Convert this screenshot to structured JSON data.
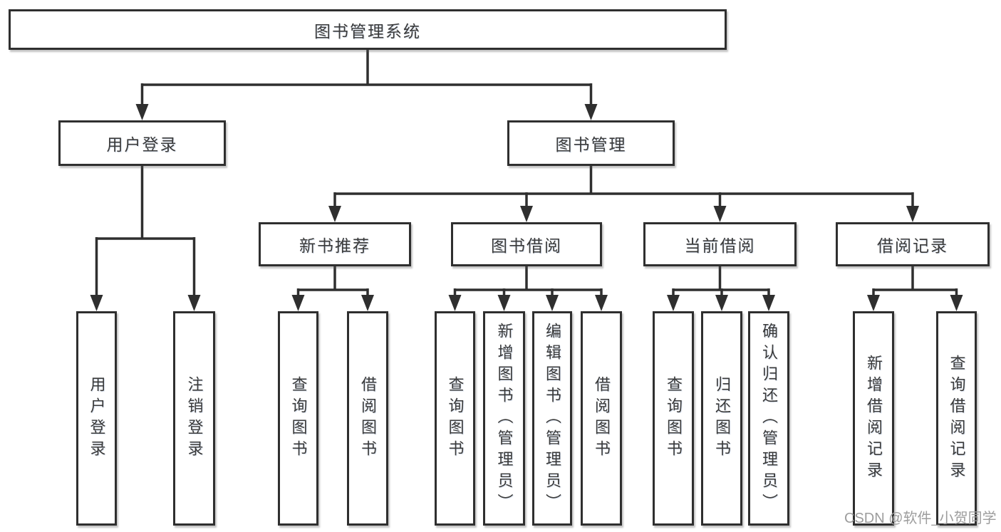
{
  "diagram": {
    "root": {
      "label": "图书管理系统"
    },
    "level2": {
      "user_login": {
        "label": "用户登录",
        "children": {
          "login": "用户登录",
          "logout": "注销登录"
        }
      },
      "book_management": {
        "label": "图书管理"
      }
    },
    "level3": {
      "new_book_recommend": {
        "label": "新书推荐",
        "children": {
          "query_books": "查询图书",
          "borrow_books": "借阅图书"
        }
      },
      "book_borrowing": {
        "label": "图书借阅",
        "children": {
          "query_books": "查询图书",
          "add_books_admin": "新增图书（管理员）",
          "edit_books_admin": "编辑图书（管理员）",
          "borrow_books": "借阅图书"
        }
      },
      "current_borrowing": {
        "label": "当前借阅",
        "children": {
          "query_books": "查询图书",
          "return_books": "归还图书",
          "confirm_return_admin": "确认归还（管理员）"
        }
      },
      "borrowing_records": {
        "label": "借阅记录",
        "children": {
          "add_record": "新增借阅记录",
          "query_record": "查询借阅记录"
        }
      }
    },
    "watermark": "CSDN @软件_小贺同学",
    "colors": {
      "line": "#2f2f2f",
      "box_border": "#2f2f2f",
      "text": "#3a3a3a",
      "watermark": "#9d9d9d",
      "background": "#ffffff"
    }
  }
}
